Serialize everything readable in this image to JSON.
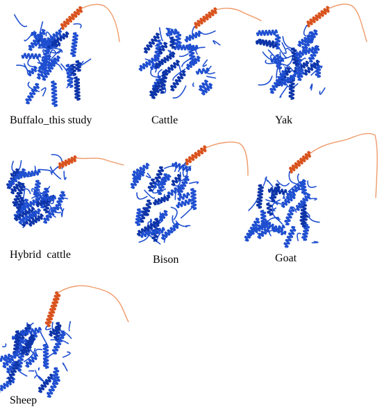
{
  "colors": {
    "core": "#1f4fd0",
    "core_dark": "#0d34a8",
    "helix_tail": "#d9531e",
    "tail_light": "#ef9a6a"
  },
  "structures": [
    {
      "label": "Buffalo_this study"
    },
    {
      "label": "Cattle"
    },
    {
      "label": "Yak"
    },
    {
      "label": "Hybrid  cattle"
    },
    {
      "label": "Bison"
    },
    {
      "label": "Goat"
    },
    {
      "label": "Sheep"
    }
  ]
}
